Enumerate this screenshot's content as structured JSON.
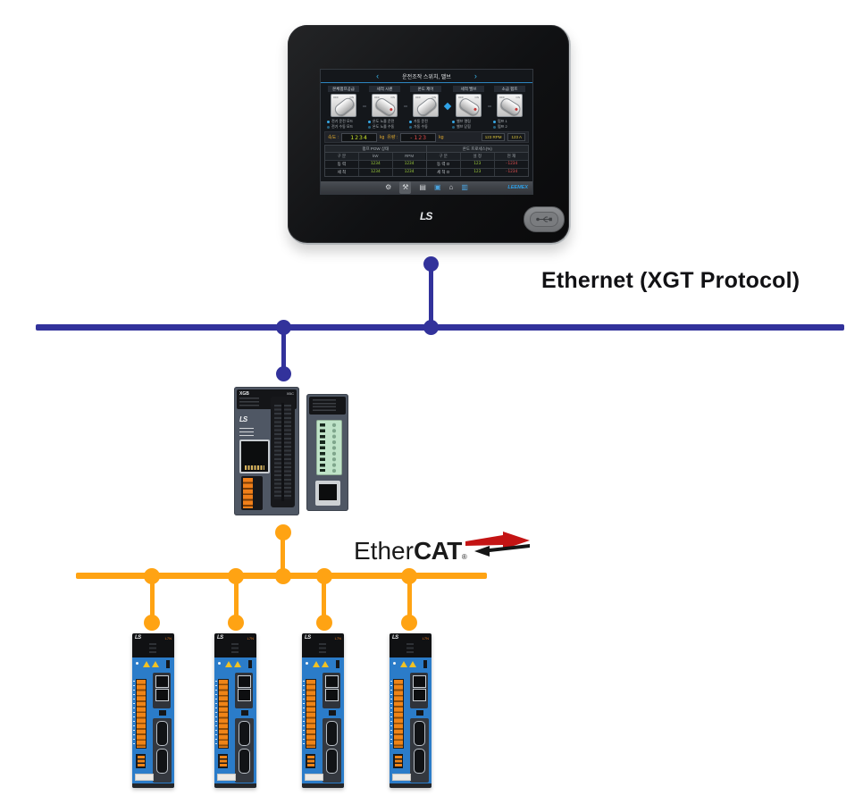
{
  "ethernet": {
    "label": "Ethernet (XGT Protocol)",
    "bus_color": "#32329B"
  },
  "ethercat": {
    "regular": "Ether",
    "bold": "CAT",
    "registered": "®",
    "bus_color": "#FFA313",
    "arrow_red": "#C41414"
  },
  "hmi": {
    "brand": "LS",
    "screen": {
      "nav_left": "‹",
      "nav_right": "›",
      "title": "운전조작 스위치, 밸브",
      "switch_off": "OFF",
      "switch_on": "ON",
      "switches": [
        {
          "label": "본체펌프공급",
          "opt1": "전기 운전 모드",
          "opt2": "전기 수동 모드"
        },
        {
          "label": "세척 시퀀",
          "opt1": "온도 노즐 운전",
          "opt2": "온도 노즐 수동"
        },
        {
          "label": "온도 제어",
          "opt1": "가동 운전",
          "opt2": "가동 수동"
        },
        {
          "label": "세척 밸브",
          "opt1": "밸브 열림",
          "opt2": "밸브 닫힘"
        },
        {
          "label": "소금 펌프",
          "opt1": "펌프 1",
          "opt2": "펌프 2"
        }
      ],
      "readout": {
        "speed_label": "속도 :",
        "speed_value": "1234",
        "speed_unit": "kg",
        "flow_label": "유량 :",
        "flow_value": "-123",
        "flow_unit": "kg",
        "rpm": "123 RPM",
        "amp": "123 A"
      },
      "table": {
        "left": {
          "header": "펌프 POW 상태",
          "c0": "구 분",
          "c1": "kW",
          "c2": "RPM",
          "r0": [
            "동 력",
            "1234",
            "1234"
          ],
          "r1": [
            "세 척",
            "1234",
            "1234"
          ]
        },
        "right": {
          "header": "온도 프로세스(%)",
          "c0": "구 분",
          "c1": "설 정",
          "c2": "현 재",
          "r0": [
            "동 력 O",
            "123",
            "-1234"
          ],
          "r1": [
            "세 척 O",
            "123",
            "-1234"
          ]
        }
      },
      "toolbar": {
        "icons": [
          {
            "glyph": "⚙"
          },
          {
            "glyph": "⚒"
          },
          {
            "glyph": "▤"
          },
          {
            "glyph": "▣"
          },
          {
            "glyph": "⌂"
          },
          {
            "glyph": "▥"
          }
        ],
        "brand": "LEEMEX"
      }
    }
  },
  "plc": {
    "brand": "LS",
    "series": "XGB",
    "model": "XBC"
  },
  "servo": {
    "brand": "LS",
    "series": "L7N"
  }
}
